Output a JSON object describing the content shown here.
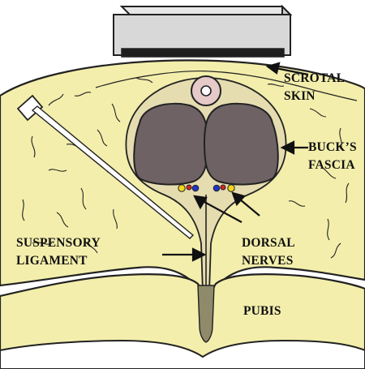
{
  "labels": {
    "scrotal_skin": [
      "SCROTAL",
      "SKIN"
    ],
    "bucks_fascia": [
      "BUCK’S",
      "FASCIA"
    ],
    "suspensory_ligament": [
      "SUSPENSORY",
      "LIGAMENT"
    ],
    "dorsal_nerves": [
      "DORSAL",
      "NERVES"
    ],
    "pubis": "PUBIS"
  },
  "colors": {
    "skin": "#f3eeab",
    "fascia": "#e5dcb0",
    "corpora": "#6f6265",
    "urethra": "#e6c9c9",
    "probe": "#d8d8d8",
    "nerve_yellow": "#f3d61c",
    "nerve_red": "#d7261e",
    "nerve_blue": "#2233c8"
  }
}
